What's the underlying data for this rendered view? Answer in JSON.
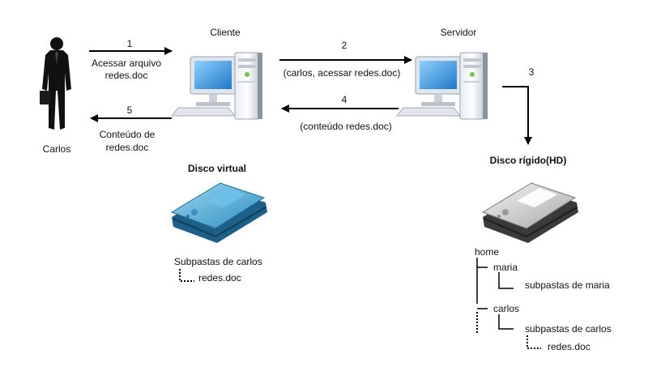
{
  "actors": {
    "user": "Carlos",
    "client": "Cliente",
    "server": "Servidor"
  },
  "steps": [
    {
      "number": "1",
      "label_line1": "Acessar arquivo",
      "label_line2": "redes.doc"
    },
    {
      "number": "2",
      "label": "(carlos, acessar redes.doc)"
    },
    {
      "number": "3"
    },
    {
      "number": "4",
      "label": "(conteúdo redes.doc)"
    },
    {
      "number": "5",
      "label_line1": "Conteúdo de",
      "label_line2": "redes.doc"
    }
  ],
  "virtual_disk": {
    "title": "Disco virtual",
    "tree": [
      "Subpastas de carlos",
      "redes.doc"
    ]
  },
  "hard_disk": {
    "title": "Disco rígido(HD)",
    "tree": [
      "home",
      "maria",
      "subpastas de maria",
      "carlos",
      "subpastas de carlos",
      "redes.doc"
    ]
  },
  "colors": {
    "virtual_disk": "#3aa0d0",
    "hard_disk": "#b8b8b8",
    "screen": "#2a8fd8",
    "arrow": "#000000"
  }
}
